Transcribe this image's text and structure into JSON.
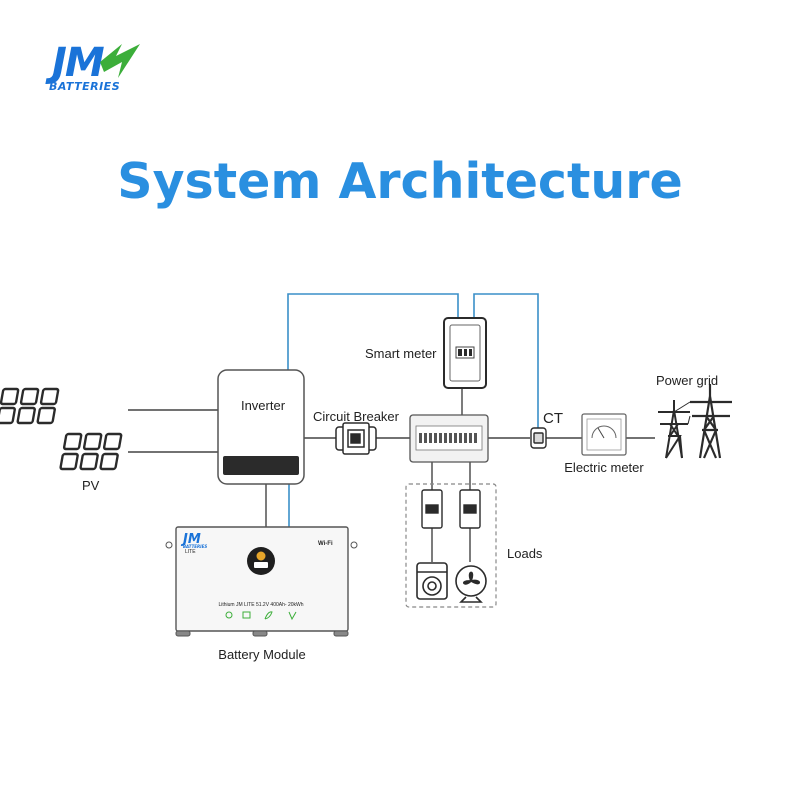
{
  "brand": {
    "logo_letters": "JM",
    "logo_word": "BATTERIES",
    "blue": "#1a73d8",
    "green": "#3cae3a"
  },
  "title": "System Architecture",
  "colors": {
    "title": "#2a8fe0",
    "signal_line": "#3a8fc8",
    "power_line": "#444444",
    "outline": "#555555",
    "light_fill": "#f2f2f2",
    "display": "#2b2b2b",
    "badge": "#e6a52a"
  },
  "labels": {
    "pv": "PV",
    "inverter": "Inverter",
    "circuit_breaker": "Circuit Breaker",
    "smart_meter": "Smart meter",
    "ct": "CT",
    "electric_meter": "Electric meter",
    "power_grid": "Power grid",
    "loads": "Loads",
    "battery_module": "Battery Module"
  },
  "battery_panel": {
    "logo_letters": "JM",
    "logo_word": "BATTERIES",
    "lite": "LITE",
    "wifi": "Wi-Fi",
    "spec": "Lithium JM LITE 51.2V 400Ah- 20kWh"
  }
}
